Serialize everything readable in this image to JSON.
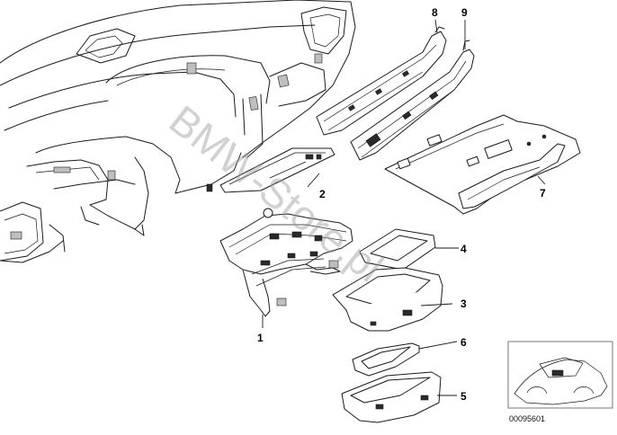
{
  "callouts": {
    "c1": "1",
    "c2": "2",
    "c3": "3",
    "c4": "4",
    "c5": "5",
    "c6": "6",
    "c7": "7",
    "c8": "8",
    "c9": "9"
  },
  "watermark": "BMW-Store.pl",
  "diagram_ref": "00095601"
}
